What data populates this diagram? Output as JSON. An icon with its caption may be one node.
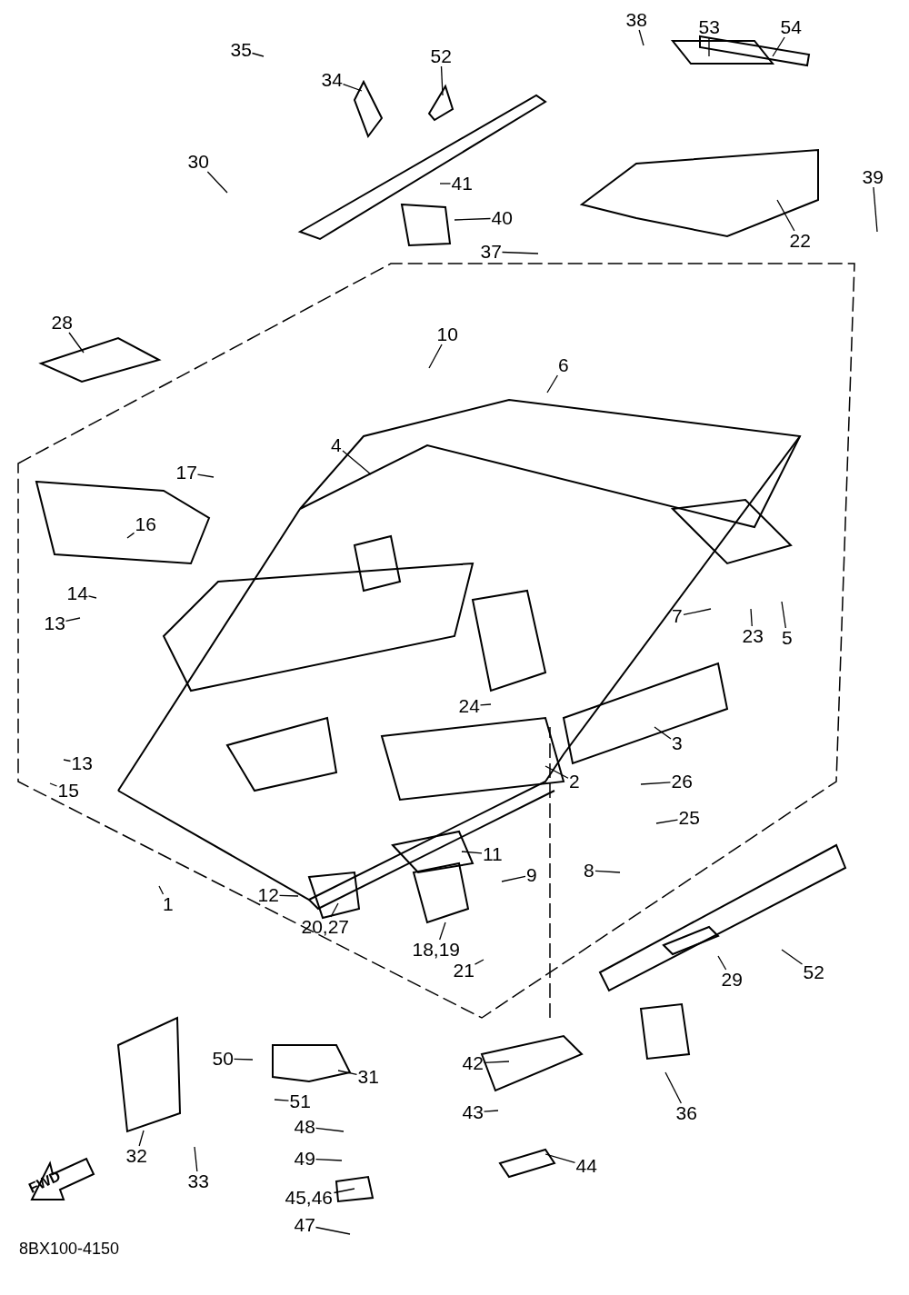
{
  "diagram": {
    "nodes": [
      {
        "text": [
          "35"
        ]
      },
      {
        "text": [
          "52"
        ]
      },
      {
        "text": [
          "34"
        ]
      },
      {
        "text": [
          "38"
        ]
      },
      {
        "text": [
          "53"
        ]
      },
      {
        "text": [
          "54"
        ]
      },
      {
        "text": [
          "30"
        ]
      },
      {
        "text": [
          "41"
        ]
      },
      {
        "text": [
          "40"
        ]
      },
      {
        "text": [
          "37"
        ]
      },
      {
        "text": [
          "22"
        ]
      },
      {
        "text": [
          "39"
        ]
      },
      {
        "text": [
          "28"
        ]
      },
      {
        "text": [
          "10"
        ]
      },
      {
        "text": [
          "6"
        ]
      },
      {
        "text": [
          "4"
        ]
      },
      {
        "text": [
          "17"
        ]
      },
      {
        "text": [
          "16"
        ]
      },
      {
        "text": [
          "14"
        ]
      },
      {
        "text": [
          "13"
        ]
      },
      {
        "text": [
          "7"
        ]
      },
      {
        "text": [
          "23"
        ]
      },
      {
        "text": [
          "5"
        ]
      },
      {
        "text": [
          "3"
        ]
      },
      {
        "text": [
          "24"
        ]
      },
      {
        "text": [
          "13"
        ]
      },
      {
        "text": [
          "15"
        ]
      },
      {
        "text": [
          "2"
        ]
      },
      {
        "text": [
          "26"
        ]
      },
      {
        "text": [
          "25"
        ]
      },
      {
        "text": [
          "11"
        ]
      },
      {
        "text": [
          "9"
        ]
      },
      {
        "text": [
          "8"
        ]
      },
      {
        "text": [
          "12"
        ]
      },
      {
        "text": [
          "20,27"
        ]
      },
      {
        "text": [
          "1"
        ]
      },
      {
        "text": [
          "18,19"
        ]
      },
      {
        "text": [
          "21"
        ]
      },
      {
        "text": [
          "29"
        ]
      },
      {
        "text": [
          "52"
        ]
      },
      {
        "text": [
          "36"
        ]
      },
      {
        "text": [
          "42"
        ]
      },
      {
        "text": [
          "50"
        ]
      },
      {
        "text": [
          "31"
        ]
      },
      {
        "text": [
          "51"
        ]
      },
      {
        "text": [
          "43"
        ]
      },
      {
        "text": [
          "32"
        ]
      },
      {
        "text": [
          "33"
        ]
      },
      {
        "text": [
          "48"
        ]
      },
      {
        "text": [
          "49"
        ]
      },
      {
        "text": [
          "44"
        ]
      },
      {
        "text": [
          "45,46"
        ]
      },
      {
        "text": [
          "47"
        ]
      }
    ],
    "edges": [
      {
        "from": 0,
        "to": null,
        "arrow": "none"
      },
      {
        "from": 1,
        "to": null,
        "arrow": "none"
      },
      {
        "from": 2,
        "to": null,
        "arrow": "none"
      },
      {
        "from": 3,
        "to": null,
        "arrow": "none"
      },
      {
        "from": 4,
        "to": null,
        "arrow": "none"
      },
      {
        "from": 5,
        "to": null,
        "arrow": "none"
      },
      {
        "from": 6,
        "to": null,
        "arrow": "none"
      },
      {
        "from": 7,
        "to": null,
        "arrow": "none"
      },
      {
        "from": 8,
        "to": null,
        "arrow": "none"
      },
      {
        "from": 9,
        "to": null,
        "arrow": "none"
      },
      {
        "from": 10,
        "to": null,
        "arrow": "none"
      },
      {
        "from": 11,
        "to": null,
        "arrow": "none"
      },
      {
        "from": 12,
        "to": null,
        "arrow": "none"
      },
      {
        "from": 13,
        "to": null,
        "arrow": "none"
      },
      {
        "from": 14,
        "to": null,
        "arrow": "none"
      },
      {
        "from": 15,
        "to": null,
        "arrow": "none"
      },
      {
        "from": 16,
        "to": null,
        "arrow": "none"
      },
      {
        "from": 17,
        "to": null,
        "arrow": "none"
      },
      {
        "from": 18,
        "to": null,
        "arrow": "none"
      },
      {
        "from": 19,
        "to": null,
        "arrow": "none"
      },
      {
        "from": 20,
        "to": null,
        "arrow": "none"
      },
      {
        "from": 21,
        "to": null,
        "arrow": "none"
      },
      {
        "from": 22,
        "to": null,
        "arrow": "none"
      },
      {
        "from": 23,
        "to": null,
        "arrow": "none"
      },
      {
        "from": 24,
        "to": null,
        "arrow": "none"
      },
      {
        "from": 25,
        "to": null,
        "arrow": "none"
      },
      {
        "from": 26,
        "to": null,
        "arrow": "none"
      },
      {
        "from": 27,
        "to": null,
        "arrow": "none"
      },
      {
        "from": 28,
        "to": null,
        "arrow": "none"
      },
      {
        "from": 29,
        "to": null,
        "arrow": "none"
      },
      {
        "from": 30,
        "to": null,
        "arrow": "none"
      },
      {
        "from": 31,
        "to": null,
        "arrow": "none"
      },
      {
        "from": 32,
        "to": null,
        "arrow": "none"
      },
      {
        "from": 33,
        "to": null,
        "arrow": "none"
      },
      {
        "from": 34,
        "to": null,
        "arrow": "none"
      },
      {
        "from": 35,
        "to": null,
        "arrow": "none"
      },
      {
        "from": 36,
        "to": null,
        "arrow": "none"
      },
      {
        "from": 37,
        "to": null,
        "arrow": "none"
      },
      {
        "from": 38,
        "to": null,
        "arrow": "none"
      },
      {
        "from": 39,
        "to": null,
        "arrow": "none"
      },
      {
        "from": 40,
        "to": null,
        "arrow": "none"
      },
      {
        "from": 41,
        "to": null,
        "arrow": "none"
      },
      {
        "from": 42,
        "to": null,
        "arrow": "none"
      },
      {
        "from": 43,
        "to": null,
        "arrow": "none"
      },
      {
        "from": 44,
        "to": null,
        "arrow": "none"
      },
      {
        "from": 45,
        "to": null,
        "arrow": "none"
      },
      {
        "from": 46,
        "to": null,
        "arrow": "none"
      },
      {
        "from": 47,
        "to": null,
        "arrow": "none"
      },
      {
        "from": 48,
        "to": null,
        "arrow": "none"
      },
      {
        "from": 49,
        "to": null,
        "arrow": "none"
      },
      {
        "from": 50,
        "to": null,
        "arrow": "none"
      },
      {
        "from": 51,
        "to": null,
        "arrow": "none"
      },
      {
        "from": 52,
        "to": null,
        "arrow": "none"
      }
    ],
    "labels": [
      "FWD",
      "8BX100-4150"
    ]
  }
}
